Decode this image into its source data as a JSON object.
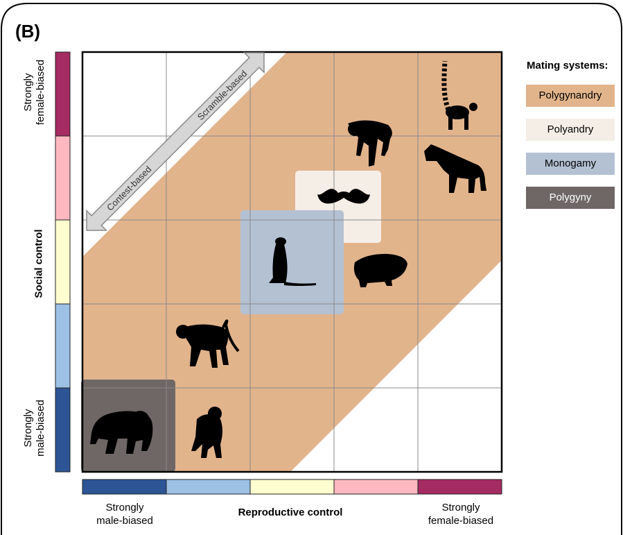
{
  "panel_label": "(B)",
  "axes": {
    "y_title": "Social control",
    "y_high": "Strongly female-biased",
    "y_high_lines": [
      "Strongly",
      "female-biased"
    ],
    "y_low": "Strongly male-biased",
    "y_low_lines": [
      "Strongly",
      "male-biased"
    ],
    "x_title": "Reproductive control",
    "x_low": "Strongly male-biased",
    "x_low_lines": [
      "Strongly",
      "male-biased"
    ],
    "x_high": "Strongly female-biased",
    "x_high_lines": [
      "Strongly",
      "female-biased"
    ]
  },
  "arrow": {
    "low_label": "Contest-based",
    "high_label": "Scramble-based"
  },
  "scale_colors": [
    "#2d5596",
    "#9dc1e5",
    "#fefed0",
    "#fdb8c0",
    "#a52b63"
  ],
  "legend": {
    "title": "Mating systems:",
    "items": [
      {
        "label": "Polygynandry",
        "color": "#e2b48c"
      },
      {
        "label": "Polyandry",
        "color": "#f5eee6"
      },
      {
        "label": "Monogamy",
        "color": "#b4c1d3"
      },
      {
        "label": "Polygyny",
        "color": "#6f6766"
      }
    ]
  },
  "species_icons": [
    "ring-tailed-lemur-icon",
    "bonobo-icon",
    "spotted-hyena-icon",
    "mustache-icon",
    "meerkat-icon",
    "rodent-icon",
    "baboon-icon",
    "mandrill-icon",
    "chimpanzee-icon"
  ]
}
